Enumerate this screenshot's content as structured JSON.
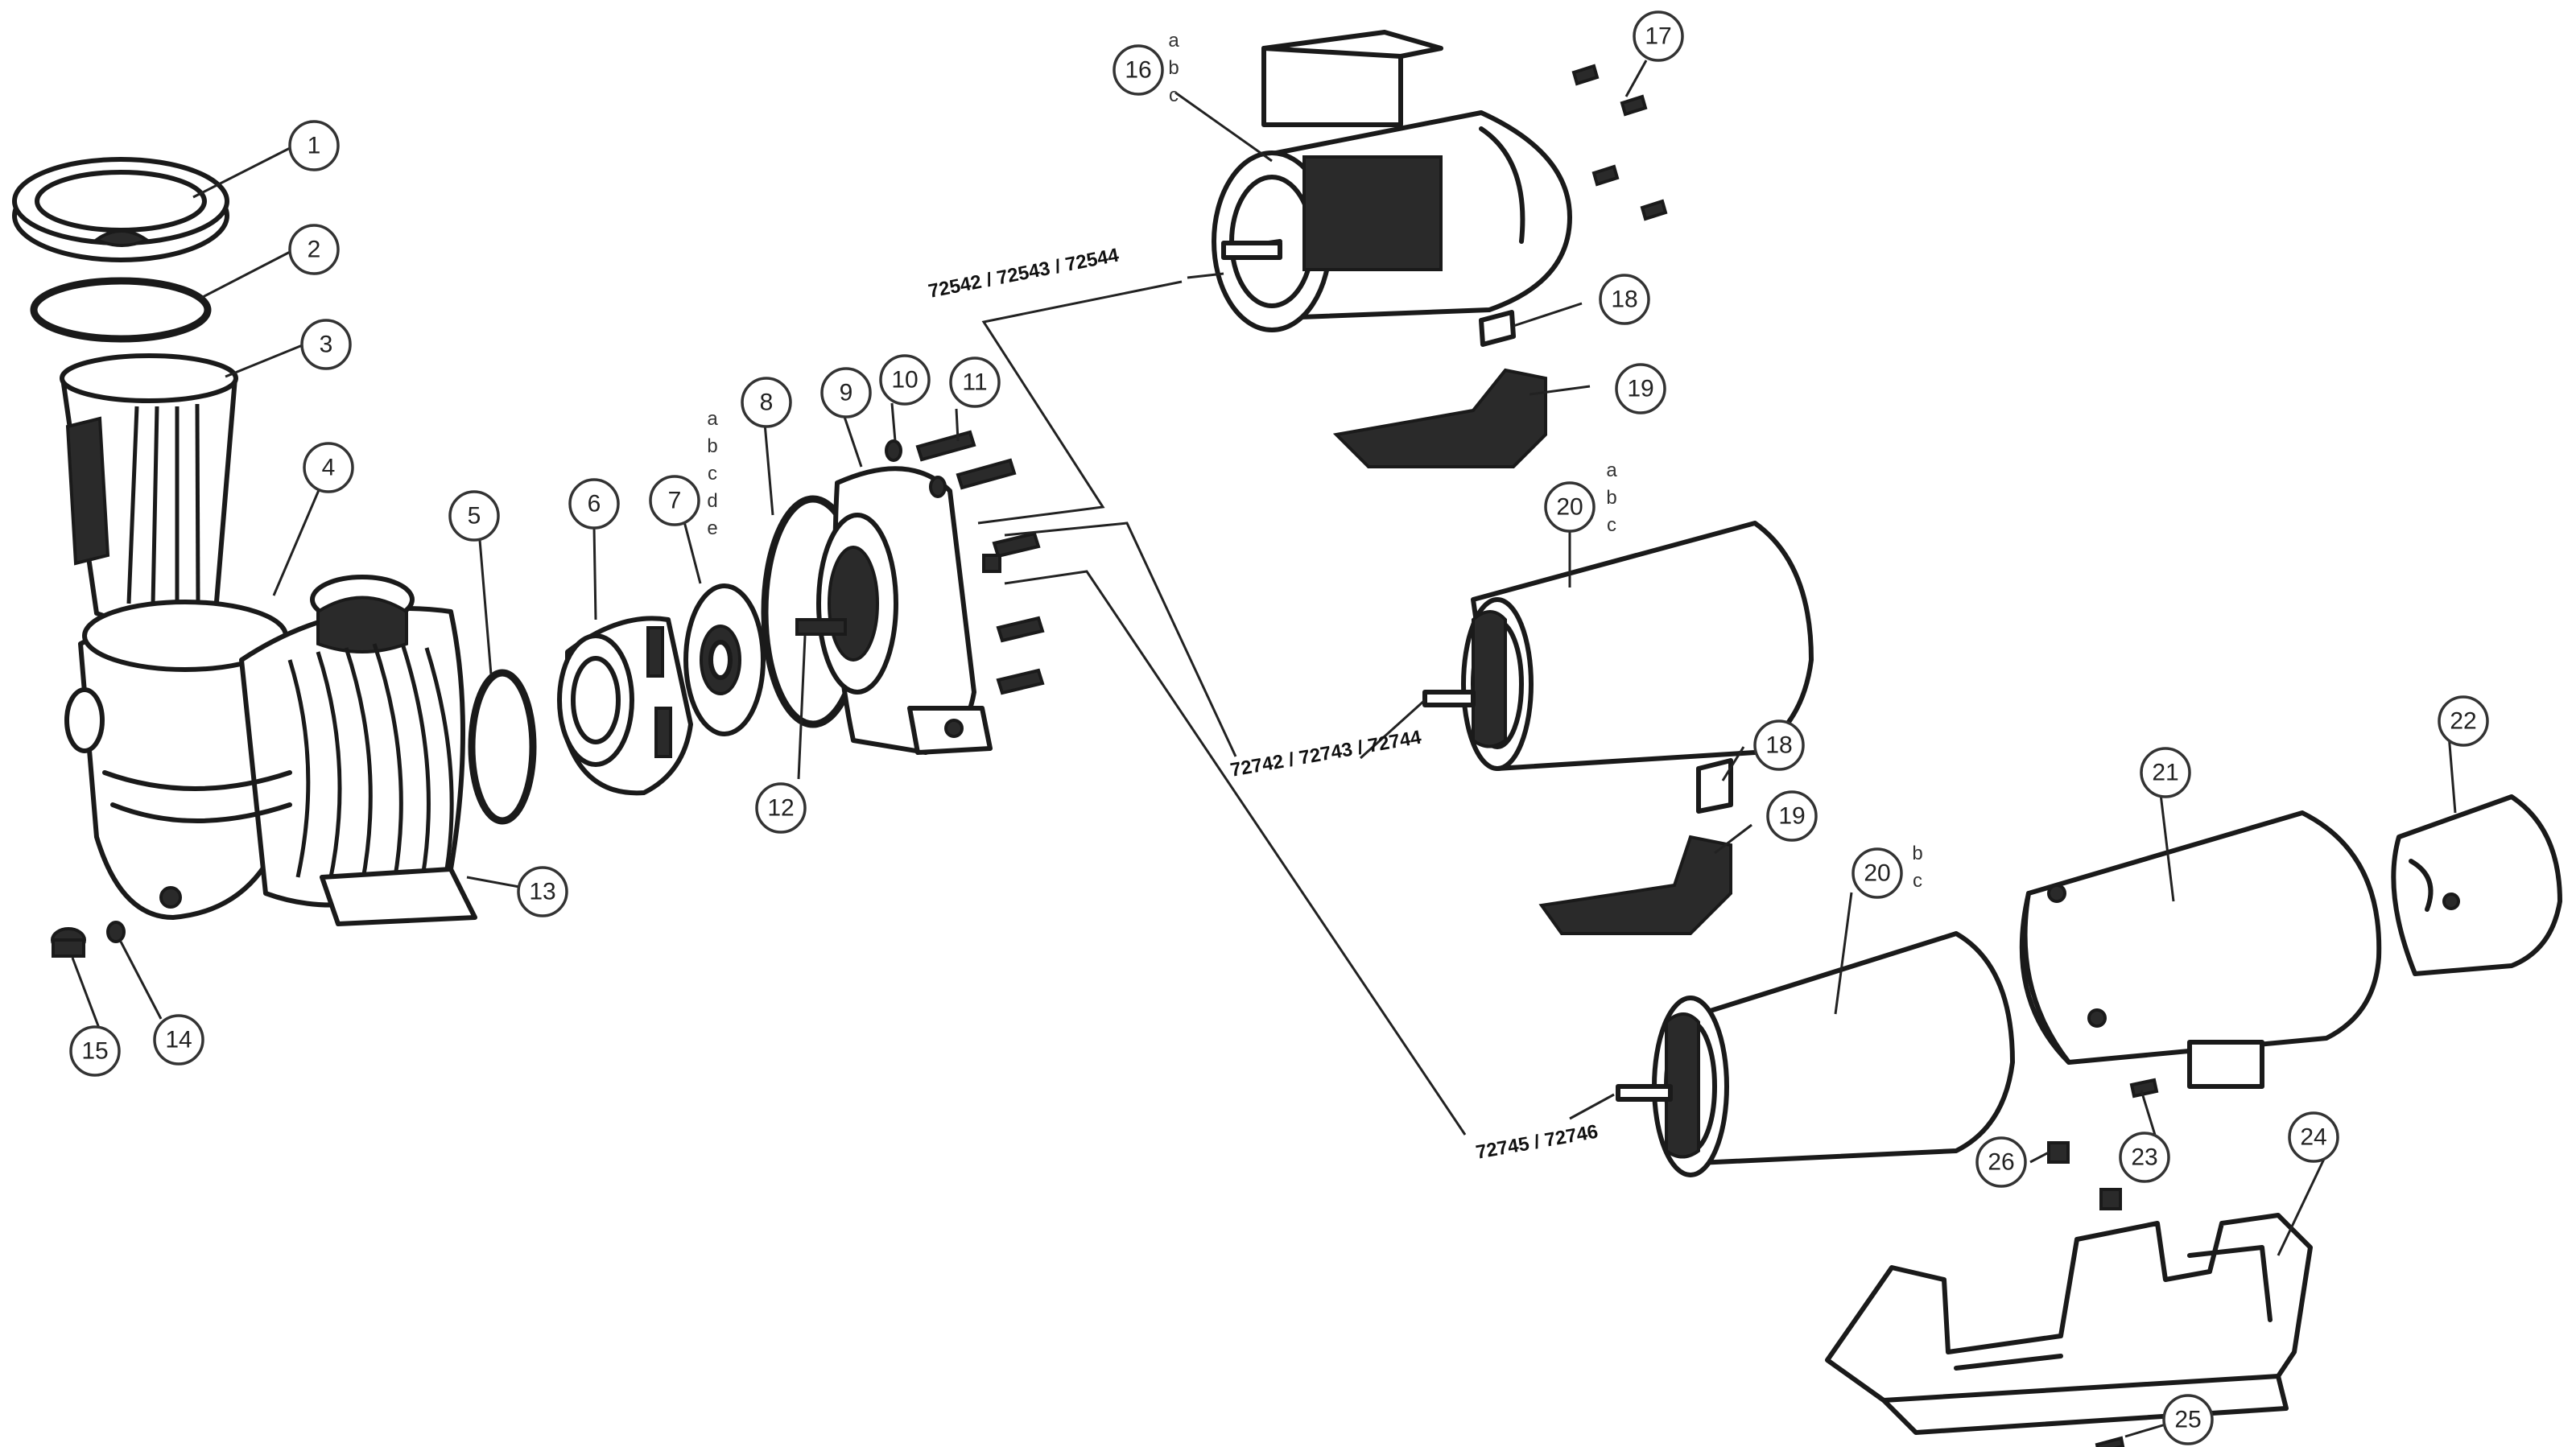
{
  "callouts": [
    {
      "id": "c1",
      "label": "1"
    },
    {
      "id": "c2",
      "label": "2"
    },
    {
      "id": "c3",
      "label": "3"
    },
    {
      "id": "c4",
      "label": "4"
    },
    {
      "id": "c5",
      "label": "5"
    },
    {
      "id": "c6",
      "label": "6"
    },
    {
      "id": "c7",
      "label": "7"
    },
    {
      "id": "c8",
      "label": "8"
    },
    {
      "id": "c9",
      "label": "9"
    },
    {
      "id": "c10",
      "label": "10"
    },
    {
      "id": "c11",
      "label": "11"
    },
    {
      "id": "c12",
      "label": "12"
    },
    {
      "id": "c13",
      "label": "13"
    },
    {
      "id": "c14",
      "label": "14"
    },
    {
      "id": "c15",
      "label": "15"
    },
    {
      "id": "c16",
      "label": "16"
    },
    {
      "id": "c17",
      "label": "17"
    },
    {
      "id": "c18a",
      "label": "18"
    },
    {
      "id": "c19a",
      "label": "19"
    },
    {
      "id": "c20a",
      "label": "20"
    },
    {
      "id": "c18b",
      "label": "18"
    },
    {
      "id": "c19b",
      "label": "19"
    },
    {
      "id": "c20b",
      "label": "20"
    },
    {
      "id": "c21",
      "label": "21"
    },
    {
      "id": "c22",
      "label": "22"
    },
    {
      "id": "c23",
      "label": "23"
    },
    {
      "id": "c24",
      "label": "24"
    },
    {
      "id": "c25",
      "label": "25"
    },
    {
      "id": "c26",
      "label": "26"
    }
  ],
  "variants": {
    "part7": [
      "a",
      "b",
      "c",
      "d",
      "e"
    ],
    "part16": [
      "a",
      "b",
      "c"
    ],
    "part20_top": [
      "a",
      "b",
      "c"
    ],
    "part20_bottom": [
      "b",
      "c"
    ]
  },
  "model_labels": {
    "motor_a": "72542 / 72543 / 72544",
    "motor_b": "72742 / 72743 / 72744",
    "motor_c": "72745 / 72746"
  }
}
